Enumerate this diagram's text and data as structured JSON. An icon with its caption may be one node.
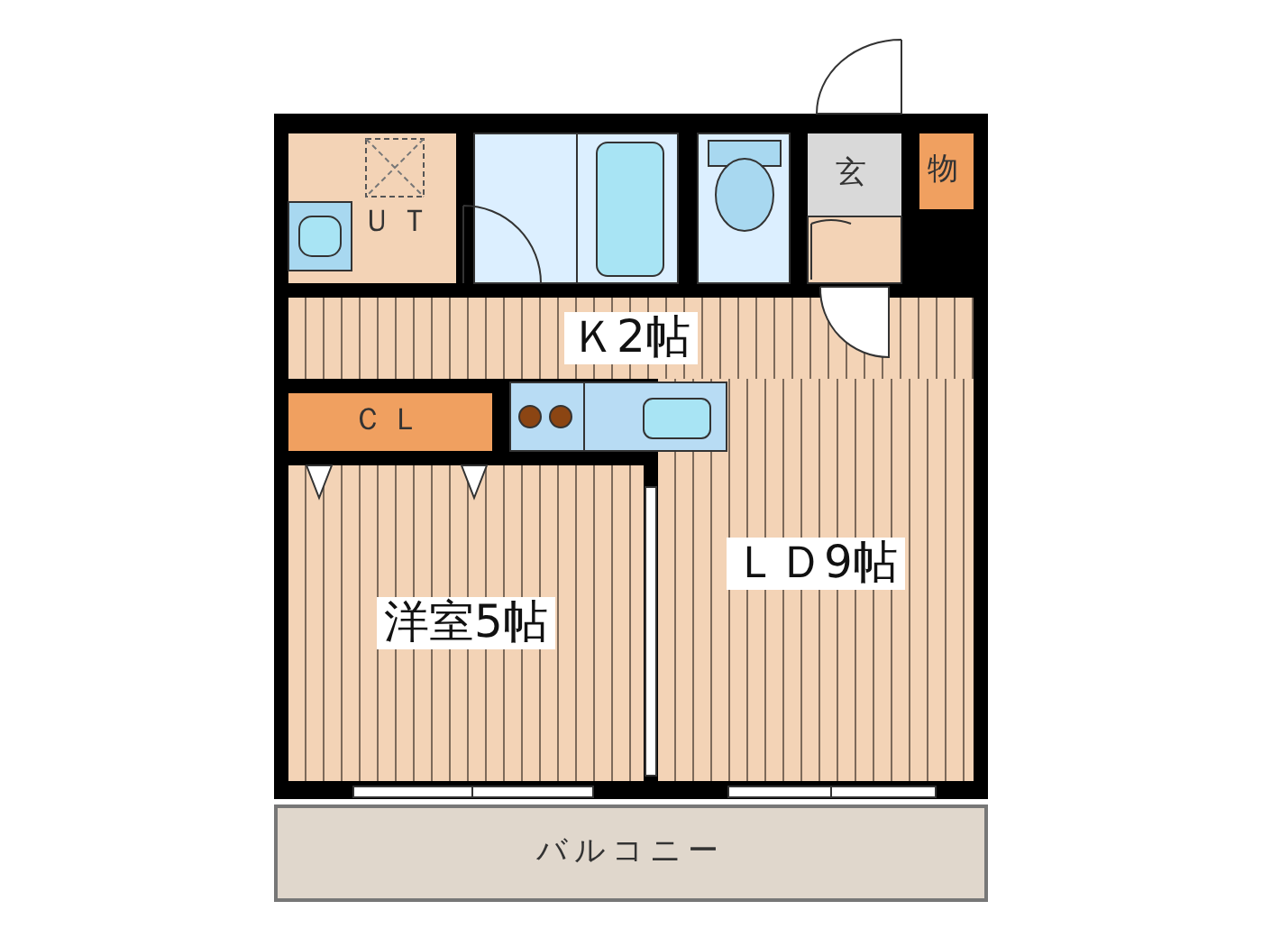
{
  "diagram": {
    "nodes": [
      {
        "text": [
          "ＵＴ"
        ]
      },
      {
        "text": [
          "玄"
        ]
      },
      {
        "text": [
          "物"
        ]
      },
      {
        "text": [
          "Ｋ2帖"
        ]
      },
      {
        "text": [
          "ＣＬ"
        ]
      },
      {
        "text": [
          "洋室5帖"
        ]
      },
      {
        "text": [
          "ＬＤ9帖"
        ]
      },
      {
        "text": [
          "バルコニー"
        ]
      }
    ],
    "edges": []
  }
}
